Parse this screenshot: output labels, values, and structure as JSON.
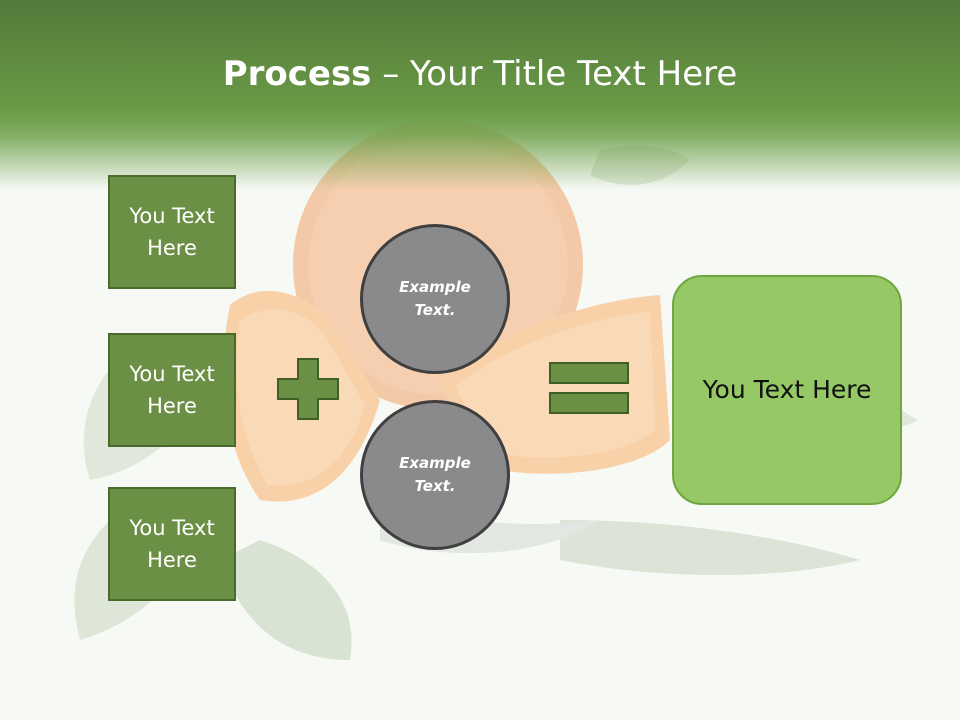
{
  "title": {
    "bold": "Process",
    "rest": " – Your Title Text Here"
  },
  "left_boxes": [
    {
      "label": "You Text Here"
    },
    {
      "label": "You Text Here"
    },
    {
      "label": "You Text Here"
    }
  ],
  "circles": [
    {
      "label": "Example Text."
    },
    {
      "label": "Example Text."
    }
  ],
  "result": {
    "label": "You Text Here"
  },
  "colors": {
    "header_green": "#5f8a3f",
    "box_green": "#6a8f45",
    "result_green": "#96c966",
    "circle_gray": "#8a8a8c"
  },
  "icons": {
    "plus": "plus-icon",
    "equals": "equals-icon",
    "background": "orange-photo"
  }
}
